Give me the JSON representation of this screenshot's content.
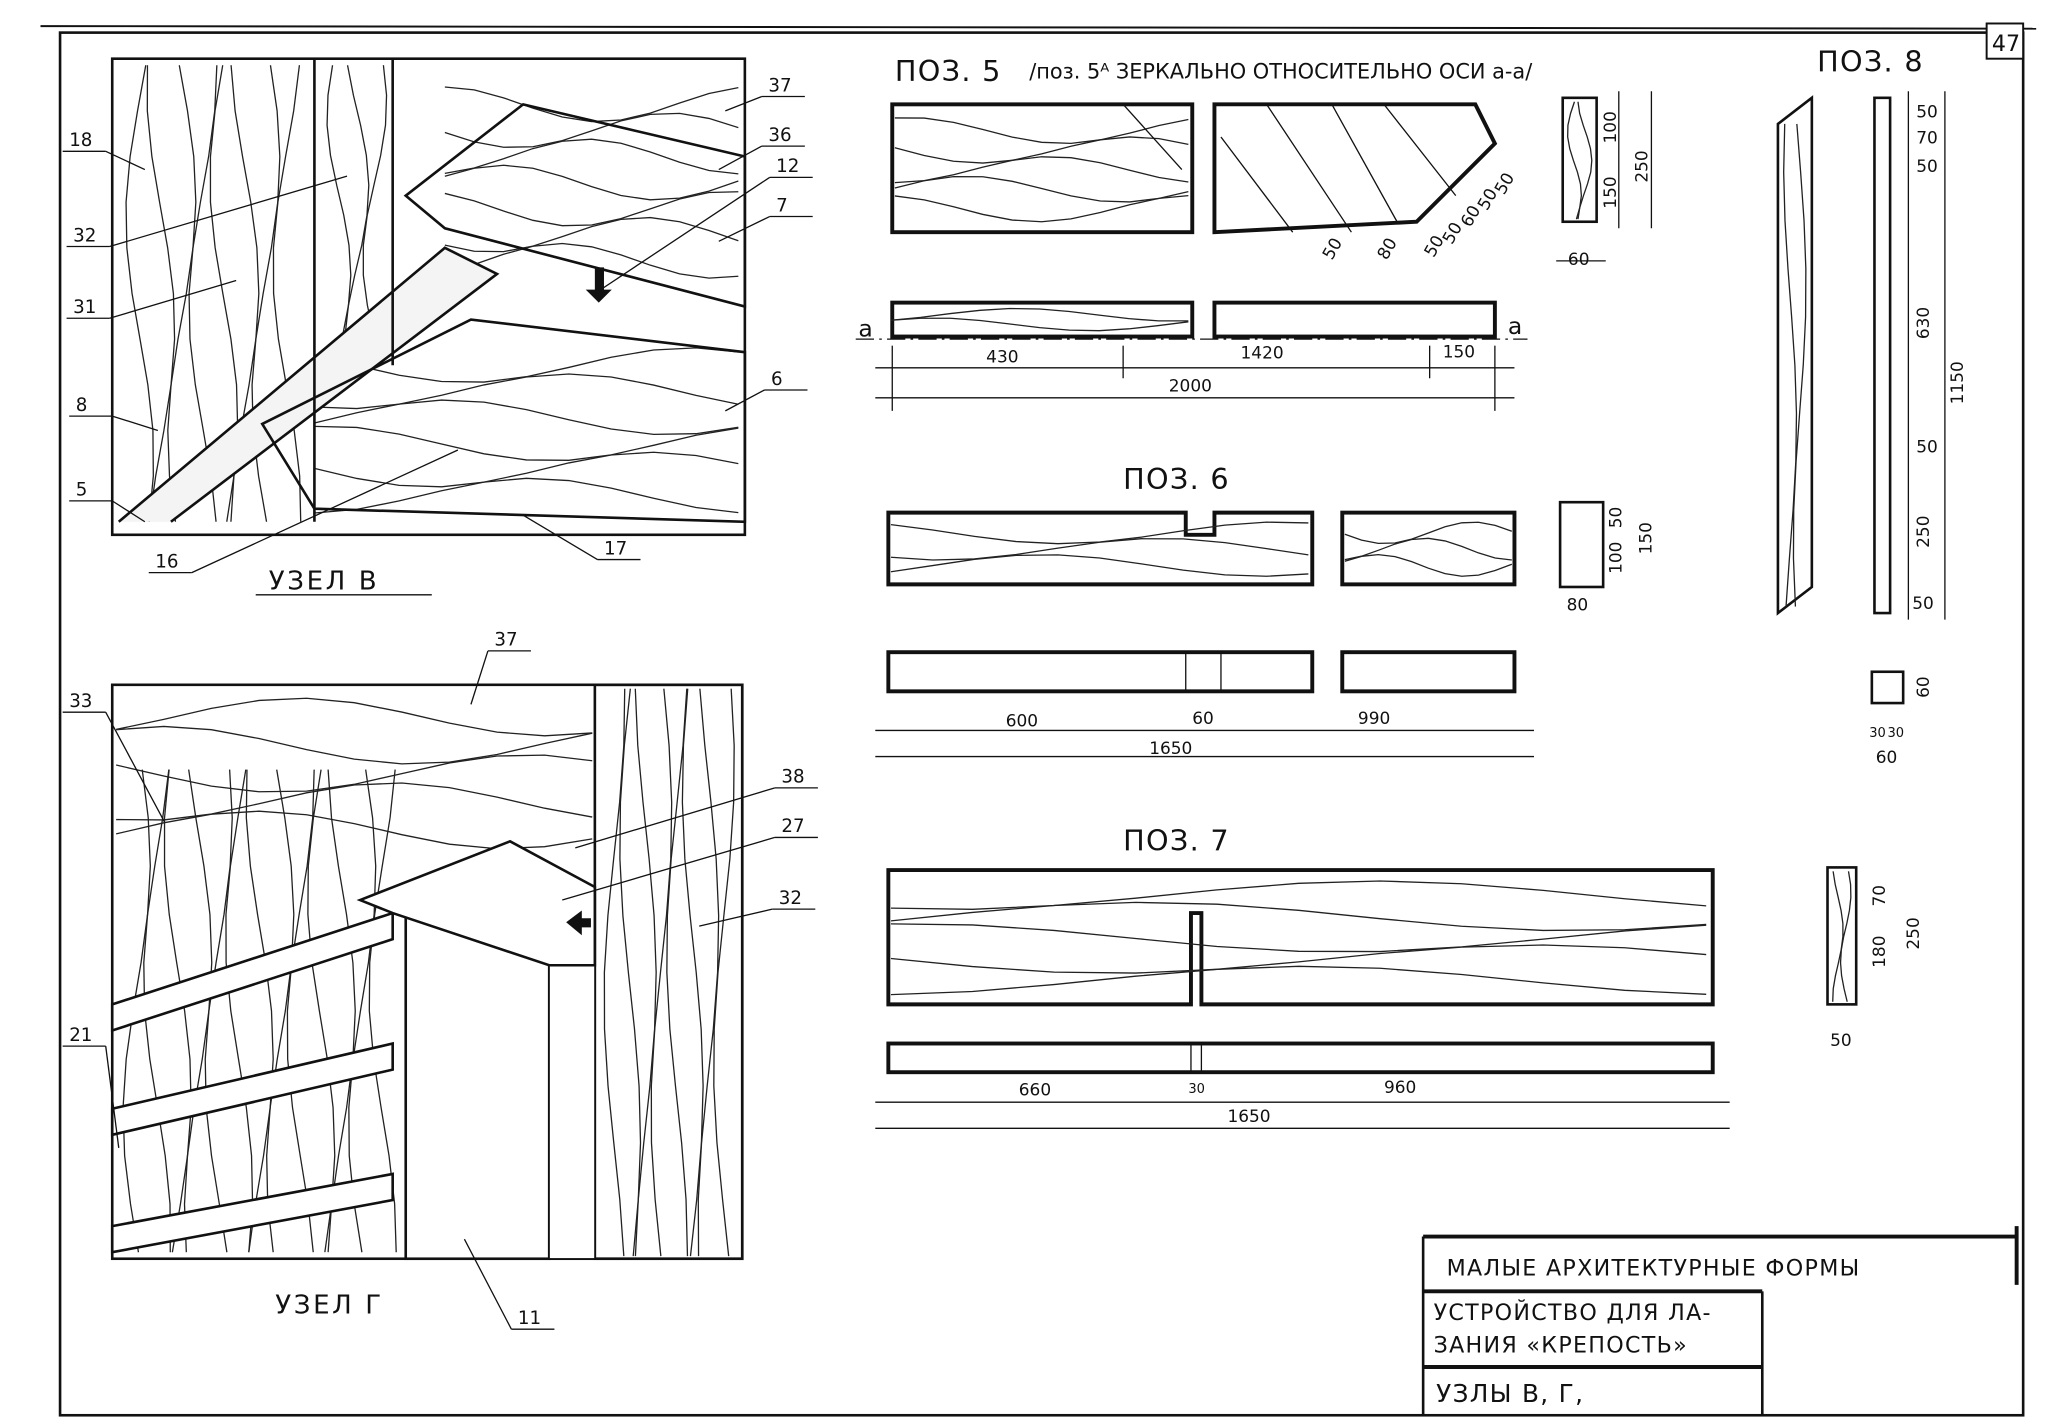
{
  "sheet": {
    "page_number": "47"
  },
  "node_b": {
    "title": "УЗЕЛ В",
    "callouts": [
      "18",
      "32",
      "31",
      "8",
      "5",
      "16",
      "17",
      "37",
      "36",
      "12",
      "7",
      "6"
    ]
  },
  "node_g": {
    "title": "УЗЕЛ Г",
    "callouts": [
      "37",
      "33",
      "38",
      "27",
      "32",
      "21",
      "11"
    ]
  },
  "pos5": {
    "title": "ПОЗ. 5",
    "subtitle": "/поз. 5ᴬ  ЗЕРКАЛЬНО ОТНОСИТЕЛЬНО ОСИ а-а/",
    "axis_label": "а",
    "dims_length": [
      "430",
      "1420",
      "150",
      "2000"
    ],
    "dims_diagonal": [
      "50",
      "80",
      "50",
      "50",
      "60",
      "50",
      "50"
    ],
    "section_dims": [
      "100",
      "150",
      "250",
      "60"
    ]
  },
  "pos6": {
    "title": "ПОЗ. 6",
    "dims_length": [
      "600",
      "60",
      "990",
      "1650"
    ],
    "section_dims": [
      "100",
      "50",
      "150",
      "80"
    ]
  },
  "pos7": {
    "title": "ПОЗ. 7",
    "dims_length": [
      "660",
      "30",
      "960",
      "1650"
    ],
    "section_dims": [
      "70",
      "180",
      "250",
      "50"
    ]
  },
  "pos8": {
    "title": "ПОЗ. 8",
    "dims": [
      "50",
      "70",
      "50",
      "630",
      "1150",
      "50",
      "250",
      "50"
    ],
    "section_dims": [
      "60",
      "30",
      "30",
      "60"
    ]
  },
  "title_block": {
    "category": "МАЛЫЕ АРХИТЕКТУРНЫЕ ФОРМЫ",
    "name_line1": "УСТРОЙСТВО ДЛЯ ЛА-",
    "name_line2": "ЗАНИЯ  «КРЕПОСТЬ»",
    "sheet_title": "УЗЛЫ  В, Г,"
  }
}
